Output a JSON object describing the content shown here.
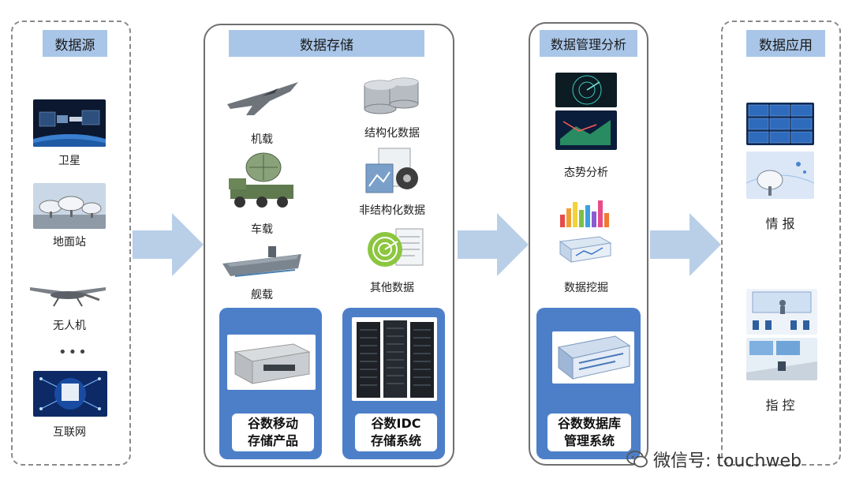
{
  "columns": {
    "source": {
      "title": "数据源",
      "items": [
        "卫星",
        "地面站",
        "无人机",
        "互联网"
      ],
      "ellipsis": "•••"
    },
    "storage": {
      "title": "数据存储",
      "left_items": [
        "机载",
        "车载",
        "舰载"
      ],
      "right_items": [
        "结构化数据",
        "非结构化数据",
        "其他数据"
      ],
      "product_a": {
        "line1": "谷数移动",
        "line2": "存储产品"
      },
      "product_b": {
        "line1": "谷数IDC",
        "line2": "存储系统"
      }
    },
    "analysis": {
      "title": "数据管理分析",
      "items": [
        "态势分析",
        "数据挖掘"
      ],
      "product": {
        "line1": "谷数数据库",
        "line2": "管理系统"
      }
    },
    "application": {
      "title": "数据应用",
      "items": [
        "情 报",
        "指 控"
      ]
    }
  },
  "watermark": "微信号: touchweb",
  "colors": {
    "header": "#a9c6e8",
    "arrow": "#b9cfe8",
    "product_box": "#4d7fc9"
  }
}
